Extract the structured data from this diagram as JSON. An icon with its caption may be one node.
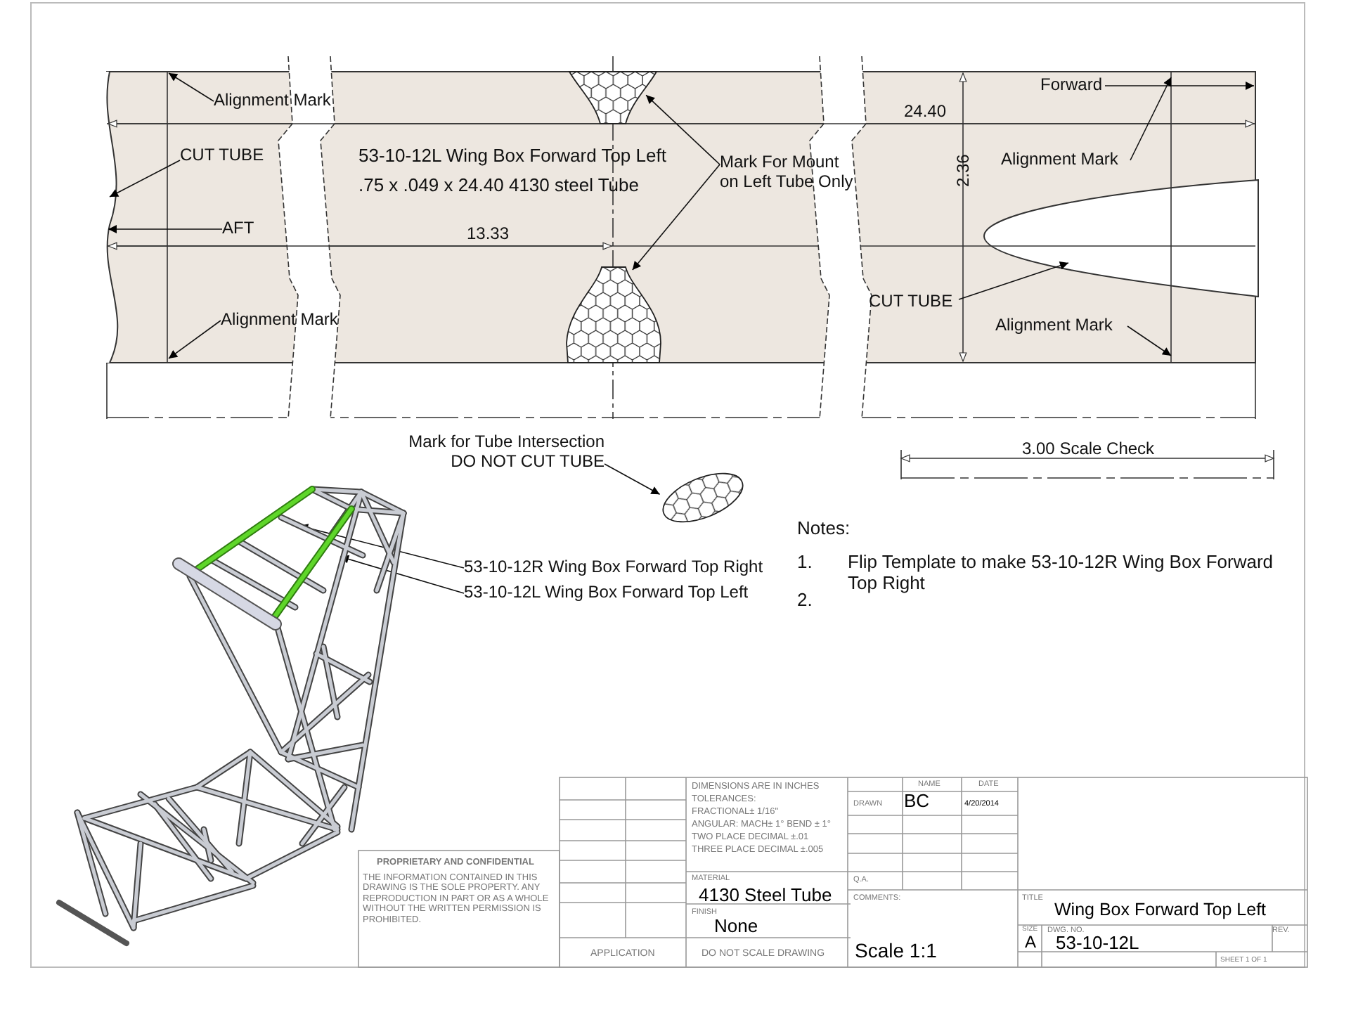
{
  "diagram": {
    "nodes": [
      {
        "text": [
          "Alignment Mark"
        ]
      },
      {
        "text": [
          "CUT TUBE"
        ]
      },
      {
        "text": [
          "AFT"
        ]
      },
      {
        "text": [
          "Alignment Mark"
        ]
      },
      {
        "text": [
          "Mark For Mount on Left Tube Only"
        ]
      },
      {
        "text": [],
        "shape": "picture"
      },
      {
        "text": [],
        "shape": "picture"
      },
      {
        "text": [
          "Forward"
        ]
      },
      {
        "text": [
          "Alignment Mark"
        ]
      },
      {
        "text": [
          "CUT TUBE"
        ]
      },
      {
        "text": [
          "Alignment Mark"
        ]
      },
      {
        "text": [
          "Mark for Tube Intersection DO NOT CUT TUBE"
        ]
      },
      {
        "text": [],
        "shape": "circle"
      },
      {
        "text": [
          "53-10-12R Wing Box Forward Top Right"
        ]
      },
      {
        "text": [
          "53-10-12L Wing Box Forward Top Left"
        ]
      },
      {
        "text": [],
        "shape": "picture"
      }
    ],
    "edges": [
      {
        "from": 0,
        "to": null,
        "arrow": "to"
      },
      {
        "from": 1,
        "to": null,
        "arrow": "to"
      },
      {
        "from": 2,
        "to": null,
        "arrow": "to"
      },
      {
        "from": 3,
        "to": null,
        "arrow": "to"
      },
      {
        "from": 4,
        "to": 5,
        "arrow": "to"
      },
      {
        "from": 4,
        "to": 6,
        "arrow": "to"
      },
      {
        "from": 7,
        "to": null,
        "arrow": "to"
      },
      {
        "from": 8,
        "to": null,
        "arrow": "to"
      },
      {
        "from": 9,
        "to": null,
        "arrow": "to"
      },
      {
        "from": 10,
        "to": null,
        "arrow": "to"
      },
      {
        "from": 11,
        "to": 12,
        "arrow": "to"
      },
      {
        "from": 13,
        "to": 15,
        "arrow": "to"
      },
      {
        "from": 14,
        "to": 15,
        "arrow": "to"
      }
    ],
    "labels": [
      "53-10-12L Wing Box Forward Top Left",
      ".75 x .049 x  24.40 4130 steel Tube",
      "24.40",
      "2.36",
      "13.33",
      "3.00 Scale Check",
      "Notes:",
      "1.",
      "Flip Template to make 53-10-12R Wing Box Forward Top Right",
      "2.",
      "DIMENSIONS ARE IN INCHES",
      "TOLERANCES:",
      "FRACTIONAL± 1/16\"",
      "ANGULAR: MACH± 1° BEND ± 1°",
      "TWO PLACE DECIMAL ±.01",
      "THREE PLACE DECIMAL ±.005",
      "NAME",
      "DATE",
      "DRAWN",
      "BC",
      "4/20/2014",
      "Q.A.",
      "PROPRIETARY AND CONFIDENTIAL",
      "THE INFORMATION CONTAINED IN THIS DRAWING IS THE SOLE PROPERTY. ANY REPRODUCTION IN PART OR AS A WHOLE WITHOUT THE WRITTEN PERMISSION IS PROHIBITED.",
      "MATERIAL",
      "4130 Steel Tube",
      "COMMENTS:",
      "TITLE",
      "Wing Box Forward Top Left",
      "FINISH",
      "None",
      "SIZE",
      "DWG. NO.",
      "REV.",
      "A",
      "53-10-12L",
      "APPLICATION",
      "DO NOT SCALE DRAWING",
      "Scale 1:1",
      "SHEET 1 OF 1"
    ]
  }
}
